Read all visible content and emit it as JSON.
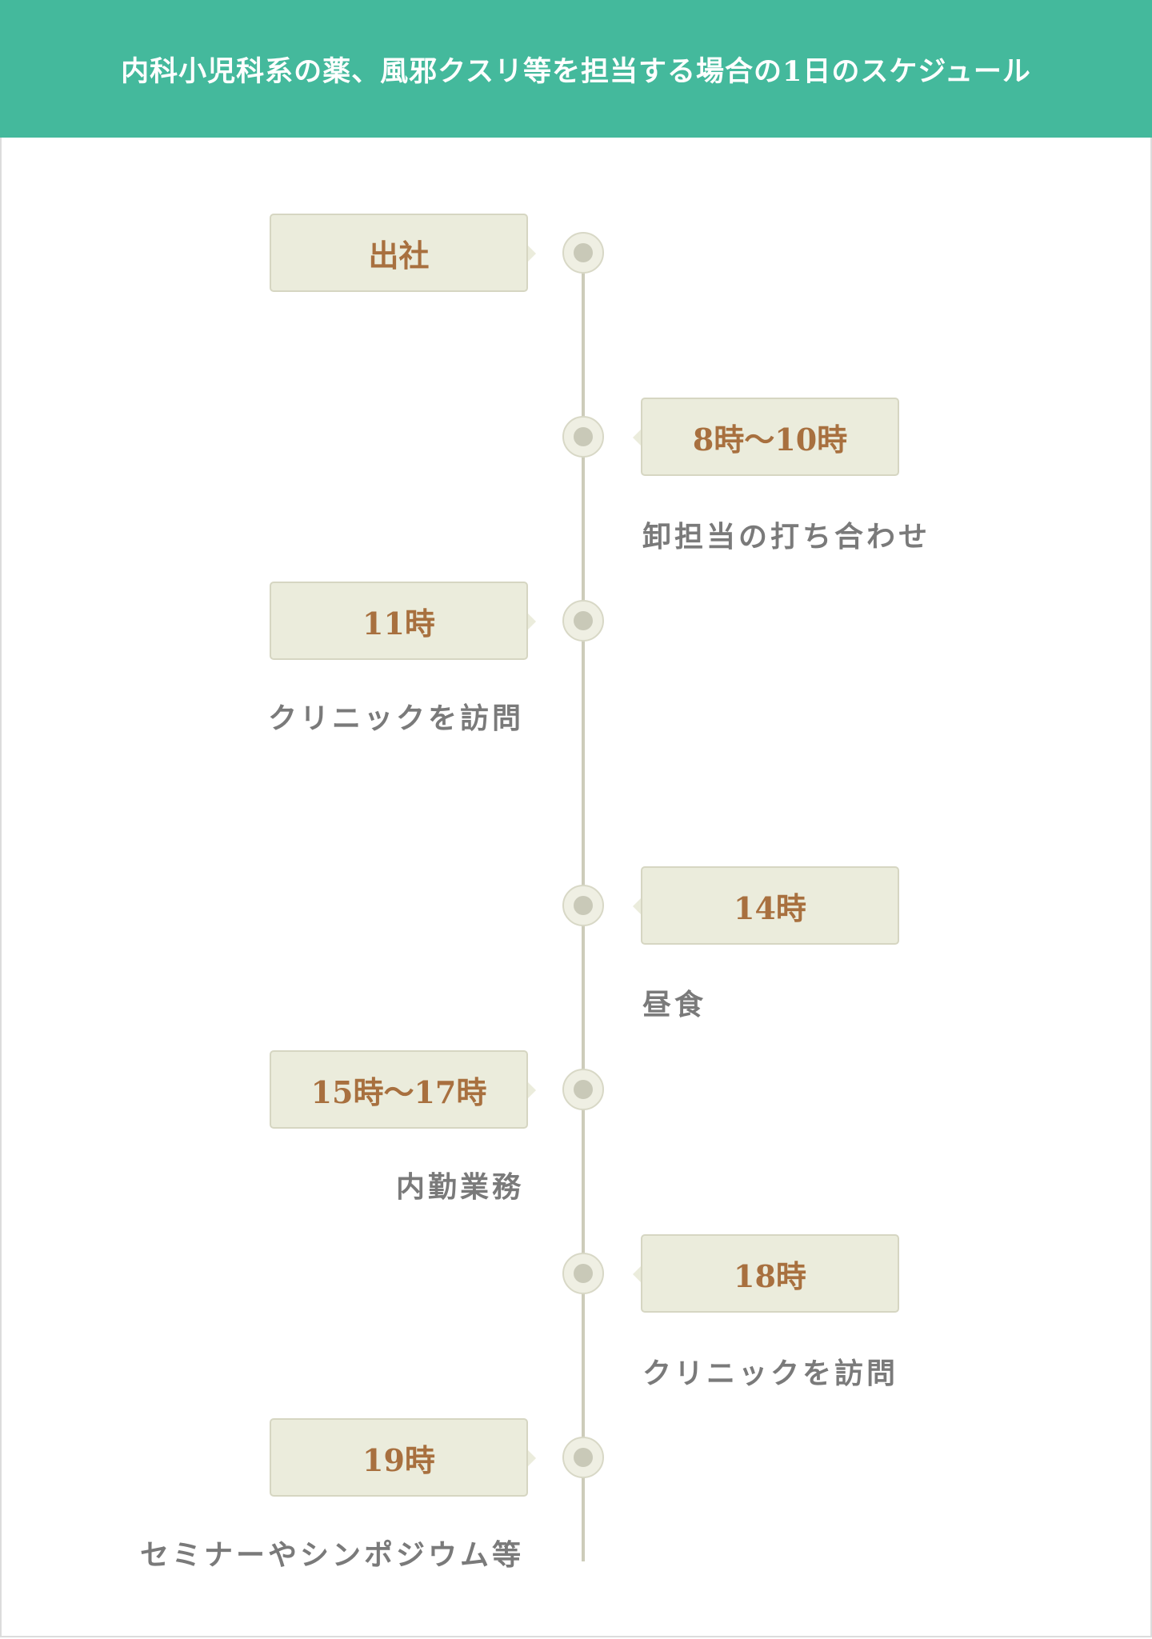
{
  "header": {
    "title": "内科小児科系の薬、風邪クスリ等を担当する場合の1日のスケジュール"
  },
  "colors": {
    "header": "#44b99c",
    "box_bg": "#ebecdc",
    "time_text": "#a8703f",
    "label_text": "#7a7a7a",
    "line": "#cdccba"
  },
  "schedule": [
    {
      "time": "出社",
      "desc": ""
    },
    {
      "time": "8時〜10時",
      "desc": "卸担当の打ち合わせ"
    },
    {
      "time": "11時",
      "desc": "クリニックを訪問"
    },
    {
      "time": "14時",
      "desc": "昼食"
    },
    {
      "time": "15時〜17時",
      "desc": "内勤業務"
    },
    {
      "time": "18時",
      "desc": "クリニックを訪問"
    },
    {
      "time": "19時",
      "desc": "セミナーやシンポジウム等"
    }
  ]
}
